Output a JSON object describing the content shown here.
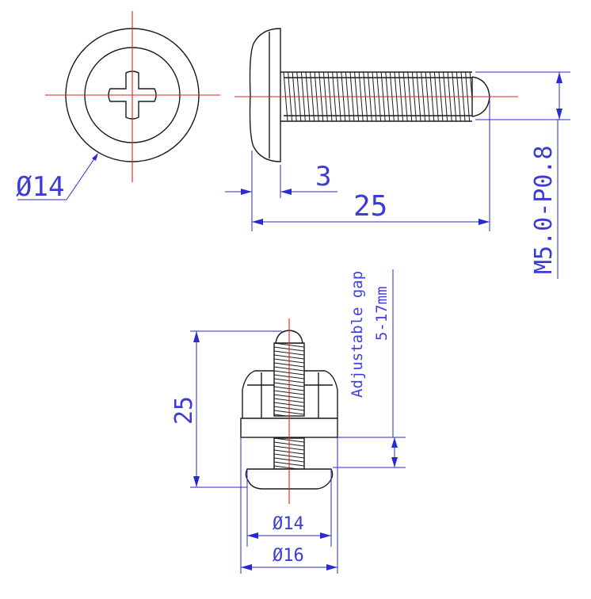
{
  "colors": {
    "outline": "#1a1a1a",
    "centerline": "#e02020",
    "dimension": "#2a2ad0"
  },
  "front_view": {
    "head_diameter_label": "Ø14"
  },
  "side_view": {
    "head_thickness_label": "3",
    "length_label": "25",
    "thread_label": "M5.0-P0.8"
  },
  "assembly_view": {
    "note_line1": "Adjustable gap",
    "note_line2": "5-17mm",
    "length_label": "25",
    "inner_diameter_label": "Ø14",
    "outer_diameter_label": "Ø16"
  }
}
